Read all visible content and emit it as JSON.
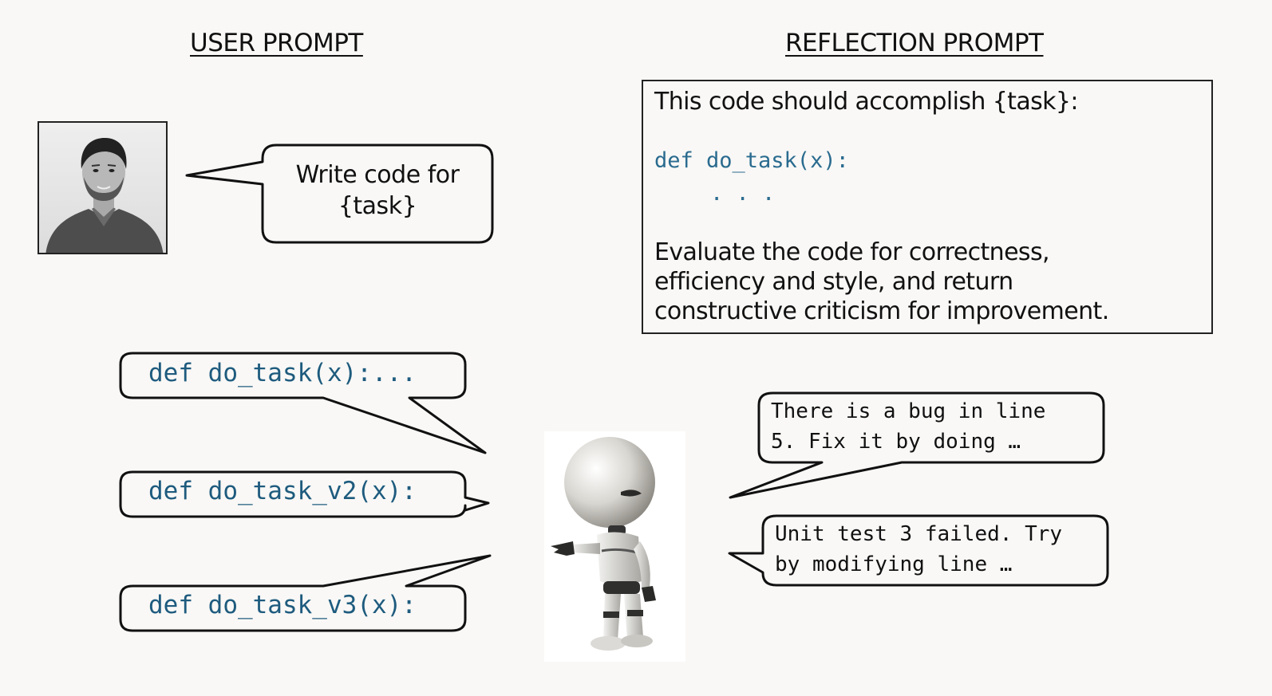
{
  "headings": {
    "user_prompt": "USER PROMPT",
    "reflection_prompt": "REFLECTION PROMPT"
  },
  "user_bubble": {
    "line1": "Write code for",
    "line2": "{task}"
  },
  "reflection": {
    "intro": "This code should accomplish {task}:",
    "code_line": "def do_task(x):",
    "code_ellipsis": ". . .",
    "eval_line1": "Evaluate the code for correctness,",
    "eval_line2": "efficiency and style, and return",
    "eval_line3": "constructive criticism for improvement."
  },
  "code_bubbles": [
    "def do_task(x):...",
    "def do_task_v2(x):",
    "def do_task_v3(x):"
  ],
  "feedback_bubbles": [
    {
      "line1": "There is a bug in line",
      "line2": "5. Fix it by doing …"
    },
    {
      "line1": "Unit test 3 failed. Try",
      "line2": "by modifying line …"
    }
  ],
  "colors": {
    "code_blue": "#1e5b7e",
    "border": "#111111",
    "background": "#f9f8f6"
  },
  "icons": {
    "person": "person-photo-icon",
    "robot": "robot-icon"
  }
}
